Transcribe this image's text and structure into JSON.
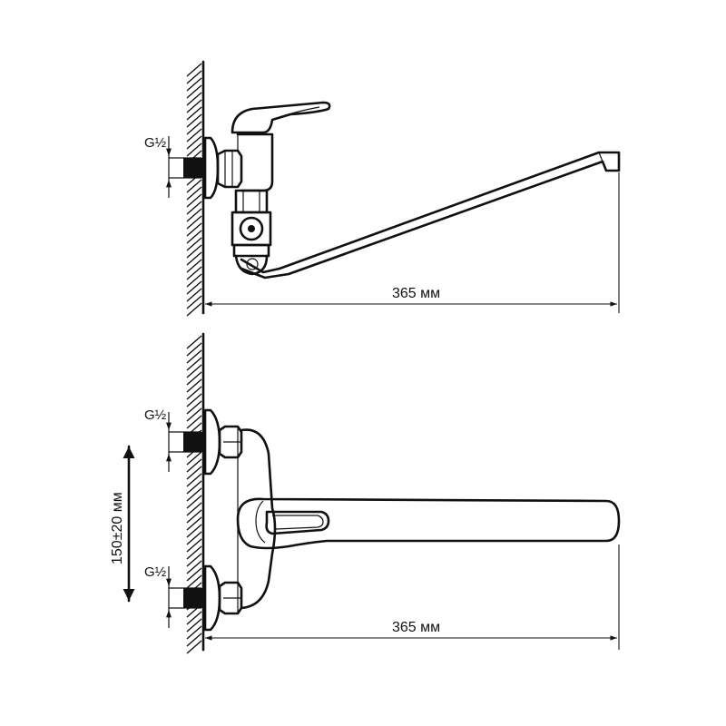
{
  "top_view": {
    "thread_label": "G½",
    "length_label": "365 мм"
  },
  "front_view": {
    "upper_thread_label": "G½",
    "lower_thread_label": "G½",
    "length_label": "365 мм",
    "spacing_label": "150±20 мм"
  },
  "colors": {
    "line": "#111111",
    "background": "#ffffff"
  }
}
